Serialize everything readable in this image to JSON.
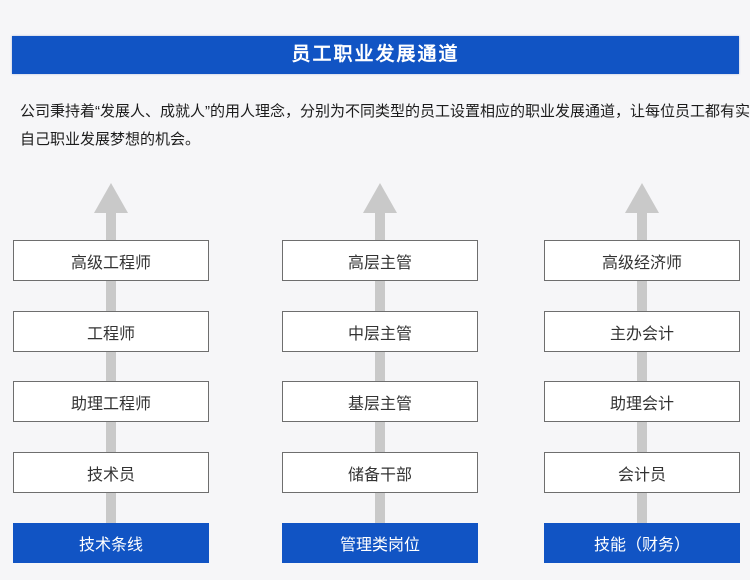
{
  "header": {
    "title": "员工职业发展通道"
  },
  "intro": {
    "lines": [
      "公司秉持着“发展人、成就人”的用人理念，分别为不同类型的员工设置相应的职业发展通道，让每位员工都有实现",
      "自己职业发展梦想的机会。"
    ]
  },
  "columns": [
    {
      "category": "技术条线",
      "levels": [
        "高级工程师",
        "工程师",
        "助理工程师",
        "技术员"
      ]
    },
    {
      "category": "管理类岗位",
      "levels": [
        "高层主管",
        "中层主管",
        "基层主管",
        "储备干部"
      ]
    },
    {
      "category": "技能（财务）",
      "levels": [
        "高级经济师",
        "主办会计",
        "助理会计",
        "会计员"
      ]
    }
  ],
  "colors": {
    "accent_blue": "#1154c4",
    "arrow_gray": "#c9c9c9",
    "box_border": "#6e6e6e",
    "background": "#f6f6f8",
    "box_text": "#333333",
    "title_text": "#ffffff"
  }
}
